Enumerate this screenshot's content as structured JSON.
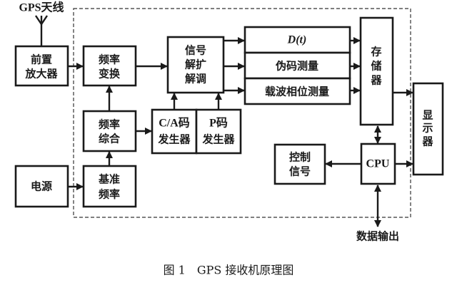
{
  "diagram": {
    "antenna_label": "GPS天线",
    "blocks": {
      "preamp": [
        "前置",
        "放大器"
      ],
      "freq_convert": [
        "频率",
        "变换"
      ],
      "freq_synth": [
        "频率",
        "综合"
      ],
      "ref_freq": [
        "基准",
        "频率"
      ],
      "power": [
        "电源"
      ],
      "despread": [
        "信号",
        "解扩",
        "解调"
      ],
      "ca_code_gen": [
        "C/A码",
        "发生器"
      ],
      "p_code_gen": [
        "P码",
        "发生器"
      ],
      "dt": "D(t)",
      "pseudo_range": "伪码测量",
      "carrier_phase": "载波相位测量",
      "memory": [
        "存",
        "储",
        "器"
      ],
      "display": [
        "显",
        "示",
        "器"
      ],
      "cpu": "CPU",
      "control": [
        "控制",
        "信号"
      ]
    },
    "data_output_label": "数据输出"
  },
  "caption": "图 1　GPS 接收机原理图"
}
